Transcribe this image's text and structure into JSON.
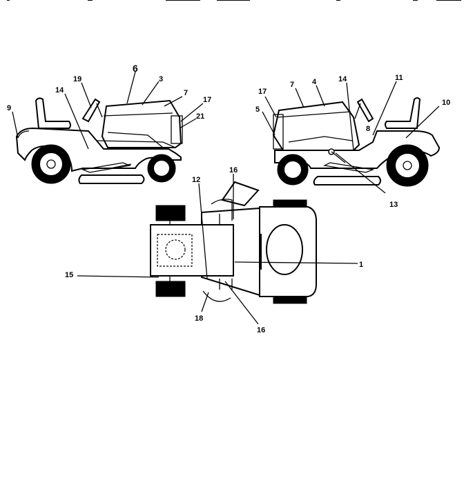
{
  "diagram": {
    "left_view": {
      "callouts": [
        "9",
        "14",
        "19",
        "6",
        "3",
        "7",
        "17",
        "21"
      ]
    },
    "right_view": {
      "callouts": [
        "17",
        "7",
        "4",
        "14",
        "11",
        "10",
        "5",
        "8",
        "13"
      ]
    },
    "top_view": {
      "callouts": [
        "16",
        "12",
        "1",
        "15",
        "18",
        "16"
      ]
    }
  }
}
